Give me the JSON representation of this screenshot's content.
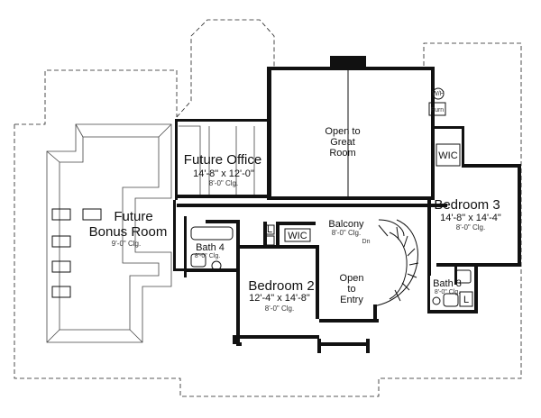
{
  "rooms": {
    "future_office": {
      "name": "Future Office",
      "dims": "14'-8\" x 12'-0\"",
      "ceiling": "8'-0\" Clg."
    },
    "future_bonus": {
      "name_line1": "Future",
      "name_line2": "Bonus Room",
      "ceiling": "9'-0\" Clg."
    },
    "open_great": {
      "line1": "Open to",
      "line2": "Great",
      "line3": "Room"
    },
    "bedroom3": {
      "name": "Bedroom 3",
      "dims": "14'-8\" x 14'-4\"",
      "ceiling": "8'-0\" Clg."
    },
    "bedroom2": {
      "name": "Bedroom 2",
      "dims": "12'-4\" x 14'-8\"",
      "ceiling": "8'-0\" Clg."
    },
    "balcony": {
      "name": "Balcony",
      "ceiling": "8'-0\" Clg."
    },
    "open_entry": {
      "line1": "Open",
      "line2": "to",
      "line3": "Entry"
    },
    "bath4": {
      "name": "Bath 4",
      "ceiling": "8'-0\" Clg."
    },
    "bath3": {
      "name": "Bath 3",
      "ceiling": "8'-0\" Clg."
    },
    "wic_center": {
      "name": "WIC"
    },
    "wic_right": {
      "name": "WIC"
    },
    "linen1": {
      "name": "L"
    },
    "linen2": {
      "name": "L"
    },
    "furn": {
      "name": "Furn"
    },
    "wh": {
      "name": "W/H"
    },
    "dn": {
      "name": "Dn"
    }
  }
}
